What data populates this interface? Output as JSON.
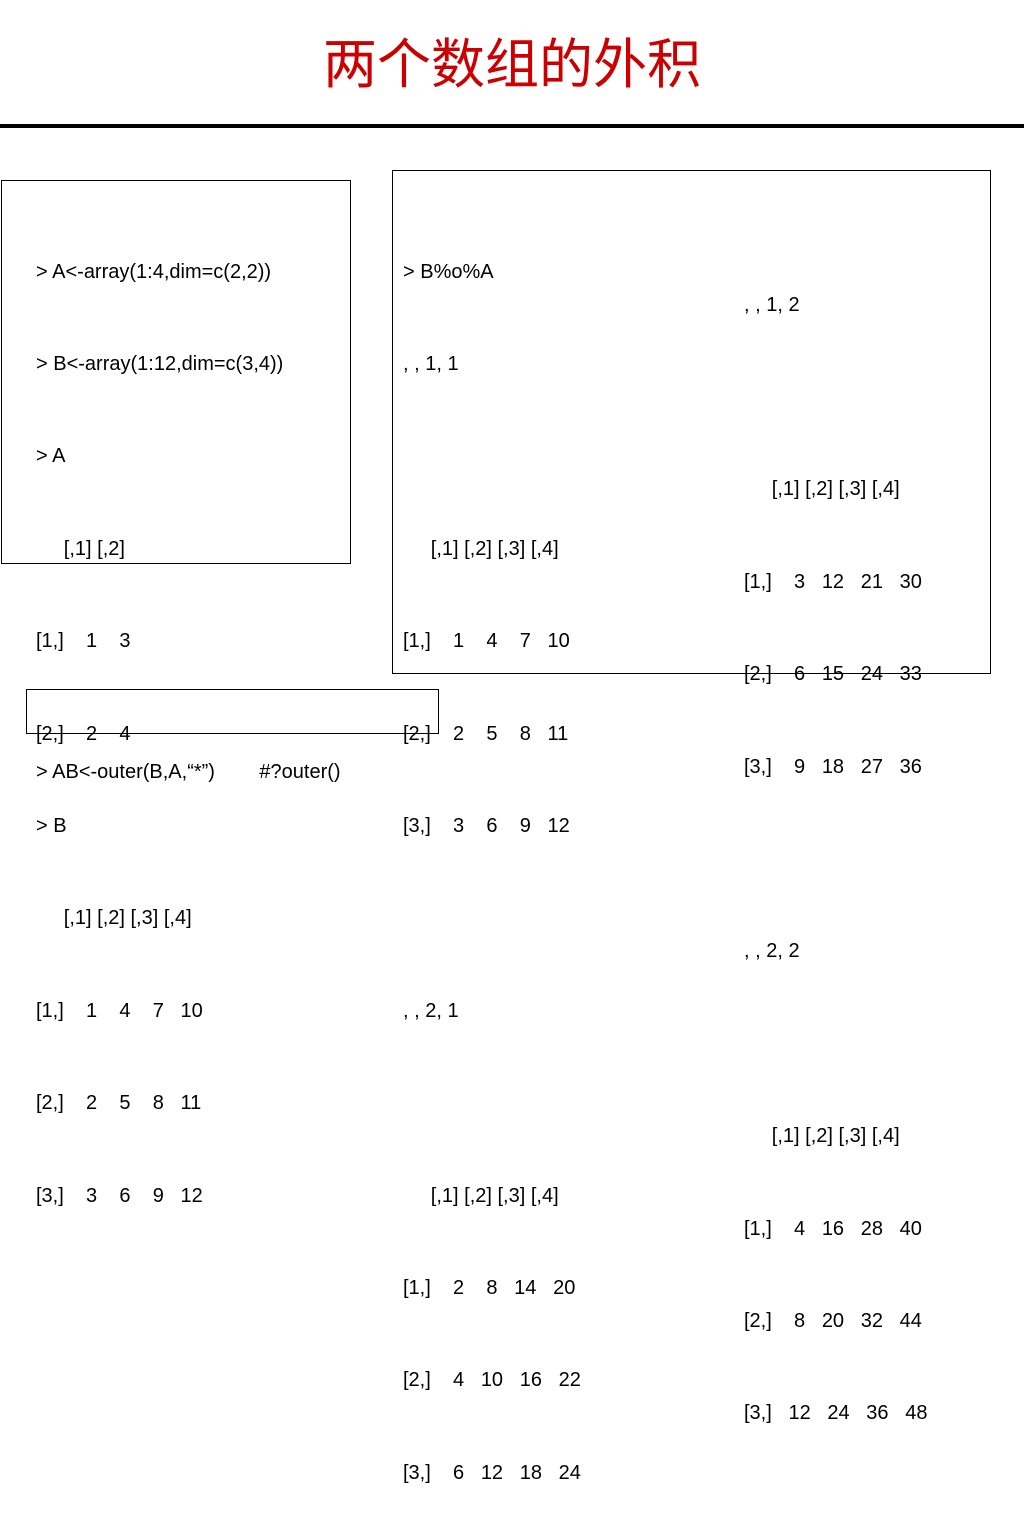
{
  "title": {
    "text": "两个数组的外积",
    "color": "#cc0000"
  },
  "left_panel": {
    "lines": [
      "> A<-array(1:4,dim=c(2,2))",
      "> B<-array(1:12,dim=c(3,4))",
      "> A",
      "     [,1] [,2]",
      "[1,]    1    3",
      "[2,]    2    4",
      "> B",
      "     [,1] [,2] [,3] [,4]",
      "[1,]    1    4    7   10",
      "[2,]    2    5    8   11",
      "[3,]    3    6    9   12"
    ]
  },
  "middle_panel": {
    "lines": [
      "> B%o%A",
      ", , 1, 1",
      "",
      "     [,1] [,2] [,3] [,4]",
      "[1,]    1    4    7   10",
      "[2,]    2    5    8   11",
      "[3,]    3    6    9   12",
      "",
      ", , 2, 1",
      "",
      "     [,1] [,2] [,3] [,4]",
      "[1,]    2    8   14   20",
      "[2,]    4   10   16   22",
      "[3,]    6   12   18   24"
    ]
  },
  "right_panel": {
    "lines": [
      ", , 1, 2",
      "",
      "     [,1] [,2] [,3] [,4]",
      "[1,]    3   12   21   30",
      "[2,]    6   15   24   33",
      "[3,]    9   18   27   36",
      "",
      ", , 2, 2",
      "",
      "     [,1] [,2] [,3] [,4]",
      "[1,]    4   16   28   40",
      "[2,]    8   20   32   44",
      "[3,]   12   24   36   48"
    ]
  },
  "command": {
    "text": "> AB<-outer(B,A,“*”)        #?outer()"
  }
}
